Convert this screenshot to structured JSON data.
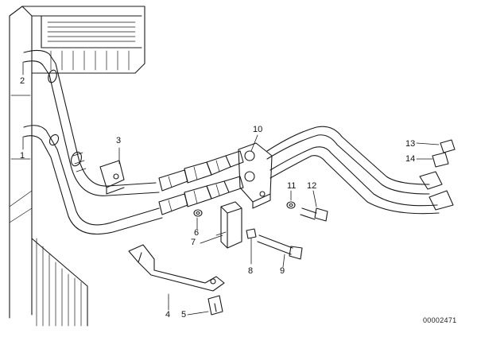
{
  "diagram": {
    "callouts": [
      {
        "id": "c2a",
        "label": "2"
      },
      {
        "id": "c1",
        "label": "1"
      },
      {
        "id": "c3",
        "label": "3"
      },
      {
        "id": "c10",
        "label": "10"
      },
      {
        "id": "c13",
        "label": "13"
      },
      {
        "id": "c14",
        "label": "14"
      },
      {
        "id": "c11",
        "label": "11"
      },
      {
        "id": "c12",
        "label": "12"
      },
      {
        "id": "c6",
        "label": "6"
      },
      {
        "id": "c7",
        "label": "7"
      },
      {
        "id": "c8",
        "label": "8"
      },
      {
        "id": "c9",
        "label": "9"
      },
      {
        "id": "c4",
        "label": "4"
      },
      {
        "id": "c5",
        "label": "5"
      }
    ],
    "document_number": "00002471",
    "line_color": "#1a1a1a"
  }
}
